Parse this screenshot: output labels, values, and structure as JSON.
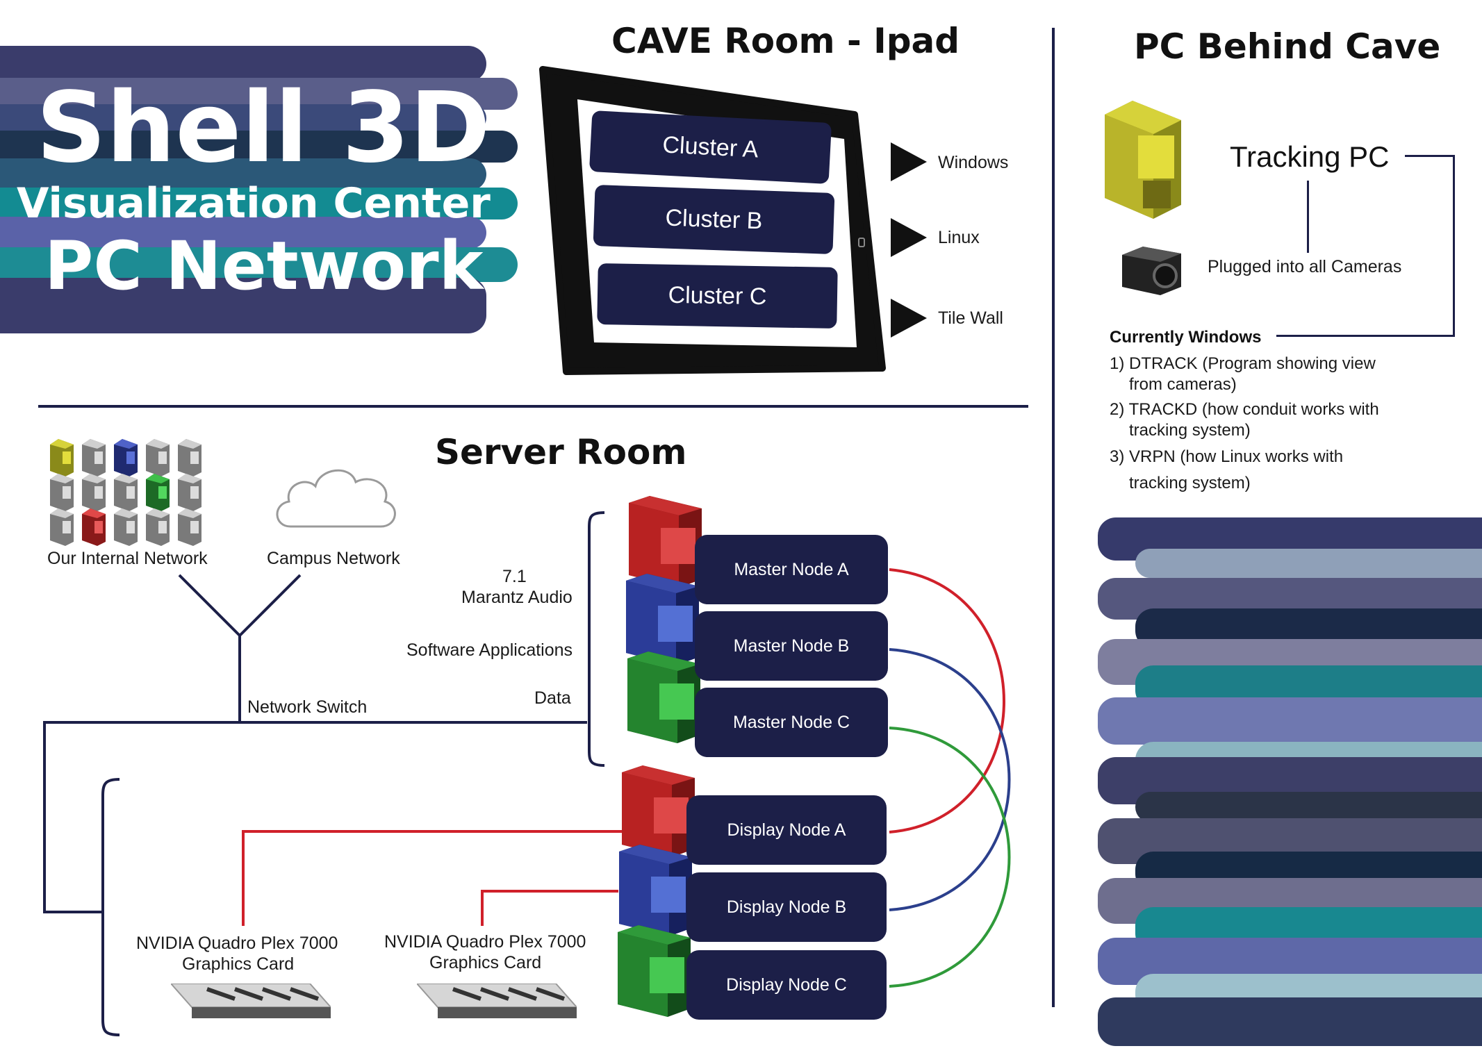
{
  "colors": {
    "navy": "#1c1f48",
    "red_link": "#d0202a",
    "blue_link": "#2b3f8c",
    "green_link": "#2f9a3a",
    "divider": "#1c1f48"
  },
  "title": {
    "line1": "Shell 3D",
    "line2": "Visualization Center",
    "line3": "PC Network"
  },
  "cave": {
    "heading": "CAVE Room - Ipad",
    "clusters": [
      "Cluster A",
      "Cluster B",
      "Cluster C"
    ],
    "targets": [
      "Windows",
      "Linux",
      "Tile Wall"
    ]
  },
  "pc_behind": {
    "heading": "PC Behind Cave",
    "tracking_pc": "Tracking PC",
    "cameras_note": "Plugged into all Cameras",
    "currently_label": "Currently Windows",
    "list": [
      "1) DTRACK (Program showing view",
      "from cameras)",
      "2) TRACKD (how conduit works with",
      "tracking system)",
      "3) VRPN (how Linux works with",
      "tracking system)"
    ]
  },
  "server": {
    "heading": "Server Room",
    "internal_network": "Our Internal Network",
    "campus_network": "Campus Network",
    "network_switch": "Network Switch",
    "audio_line1": "7.1",
    "audio_line2": "Marantz Audio",
    "software": "Software Applications",
    "data": "Data",
    "master_nodes": [
      "Master Node A",
      "Master Node B",
      "Master Node C"
    ],
    "display_nodes": [
      "Display Node A",
      "Display Node B",
      "Display Node C"
    ],
    "gpu_label_line1": "NVIDIA Quadro Plex 7000",
    "gpu_label_line2": "Graphics Card"
  },
  "icons": {
    "tower": "computer-tower-icon",
    "cloud": "cloud-icon",
    "camera": "camera-icon",
    "gpu": "graphics-card-icon",
    "arrow": "triangle-arrow-icon"
  }
}
